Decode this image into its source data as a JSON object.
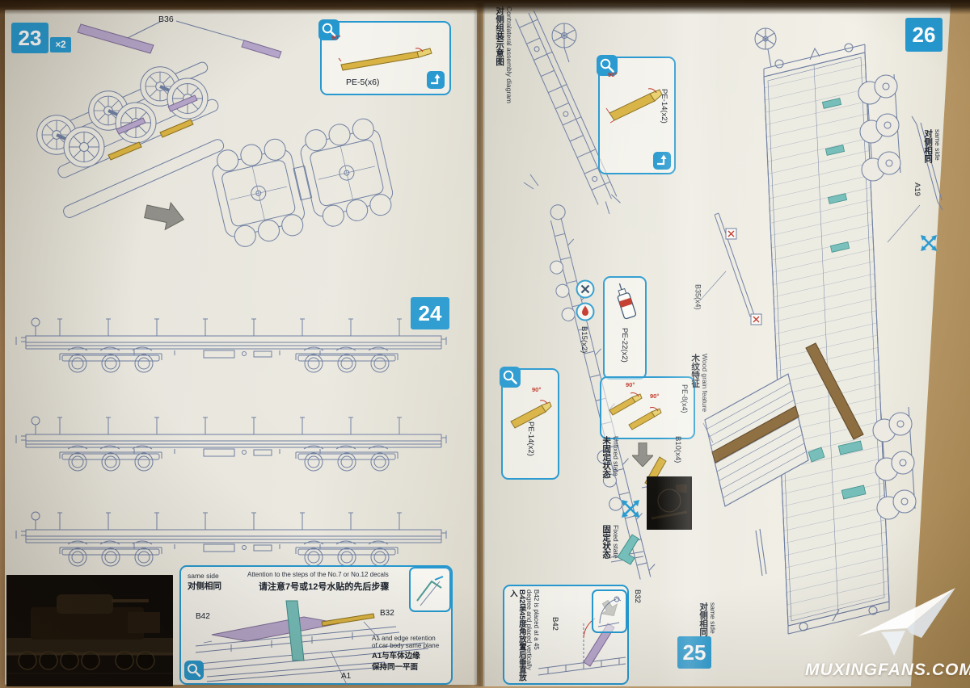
{
  "meta": {
    "document_type": "model kit assembly instructions, two photographed pages",
    "steps_visible": [
      "23",
      "24",
      "25",
      "26"
    ]
  },
  "colors": {
    "accent_blue": "#2598cf",
    "line_ink": "#6e7ea1",
    "pe_yellow": "#d8b242",
    "part_purple": "#b6a6cb",
    "part_teal": "#74bdb9",
    "wood_brown": "#8a6a3c",
    "warning_red": "#c03022"
  },
  "left": {
    "step23": "23",
    "step23_mult": "×2",
    "b36": "B36",
    "pe5_label": "PE-5(x6)",
    "deg90": "90°",
    "step24": "24",
    "note": {
      "same_side_en": "same side",
      "same_side_cn": "对侧相同",
      "attention_en": "Attention to the steps of the No.7 or No.12 decals",
      "attention_cn": "请注意7号或12号水贴的先后步骤",
      "b42": "B42",
      "b32": "B32",
      "a1_en1": "A1 and edge retention",
      "a1_en2": "of car body same plane",
      "a1_cn1": "A1与车体边缘",
      "a1_cn2": "保持同一平面",
      "a1": "A1"
    }
  },
  "right": {
    "contra_en": "Contralateral assembly diagram",
    "contra_cn": "对侧组装示意图",
    "pe14": "PE-14(x2)",
    "deg90": "90°",
    "b15": "B15(x2)",
    "pe22": "PE-22(x2)",
    "pe8": "PE-8(x4)",
    "b10": "B10(x4)",
    "unfixed_en": "Unfixed state",
    "unfixed_cn": "未固定状态",
    "fixed_en": "Fixed state",
    "fixed_cn": "固定状态",
    "b42_en": "B42 is placed at a 45",
    "b42_en2": "degree and placed vertically",
    "b42_cn": "B42呈45度角放置后垂直放入",
    "b42": "B42",
    "b32": "B32",
    "step25": "25",
    "same_side_en": "same side",
    "same_side_cn": "对侧相同",
    "step26": "26",
    "b35": "B35(x4)",
    "wood_en": "Wood grain feature",
    "wood_cn": "木纹特征",
    "a19": "A19"
  },
  "watermark": {
    "text": "MUXINGFANS.COM"
  }
}
